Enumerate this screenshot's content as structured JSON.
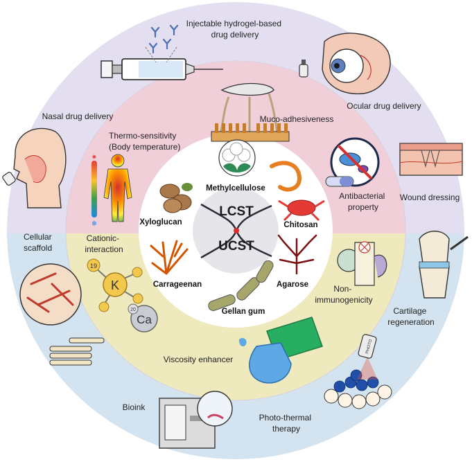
{
  "colors": {
    "outer_top": "#e4dff0",
    "outer_bottom": "#d3e3ef",
    "middle_top": "#f1cfd9",
    "middle_bottom": "#efe9be",
    "inner": "#ffffff",
    "center": "#e6e6ea",
    "ring_line": "#c8c8d0",
    "lcst_mark": "#e02a2a"
  },
  "outer_ring": {
    "injectable": [
      "Injectable hydrogel-based",
      "drug delivery"
    ],
    "ocular": "Ocular drug delivery",
    "nasal": "Nasal drug delivery",
    "wound": "Wound dressing",
    "cellular": [
      "Cellular",
      "scaffold"
    ],
    "cartilage": [
      "Cartilage",
      "regeneration"
    ],
    "bioink": "Bioink",
    "photothermal": [
      "Photo-thermal",
      "therapy"
    ]
  },
  "middle_ring": {
    "thermo": [
      "Thermo-sensitivity",
      "(Body temperature)"
    ],
    "muco": "Muco-adhesiveness",
    "antibacterial": [
      "Antibacterial",
      "property"
    ],
    "cationic": [
      "Cationic-",
      "interaction"
    ],
    "nonimmuno": [
      "Non-",
      "immunogenicity"
    ],
    "viscosity": "Viscosity enhancer"
  },
  "polymers": {
    "methylcellulose": "Methylcellulose",
    "xyloglucan": "Xyloglucan",
    "chitosan": "Chitosan",
    "carrageenan": "Carrageenan",
    "agarose": "Agarose",
    "gellan": "Gellan gum"
  },
  "center": {
    "lcst": "LCST",
    "ucst": "UCST"
  },
  "ions": {
    "k": "K",
    "k_number": "19",
    "ca": "Ca",
    "ca_number": "20"
  },
  "photo_label": "PHOTO"
}
